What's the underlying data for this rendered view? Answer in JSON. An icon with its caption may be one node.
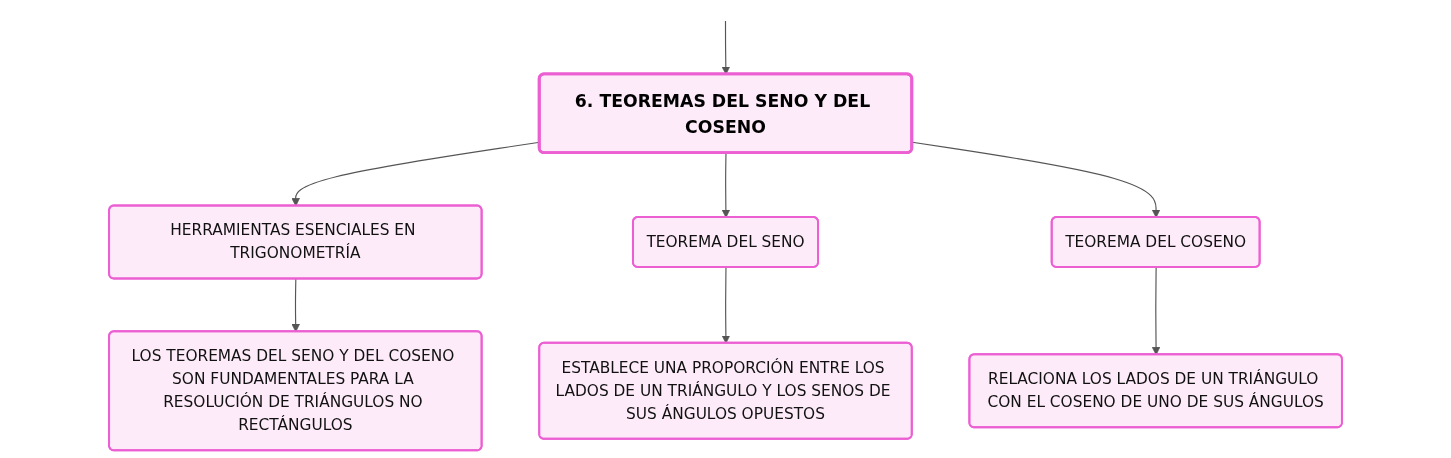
{
  "diagram": {
    "nodes": [
      {
        "text": [
          "6. TEOREMAS DEL SENO Y DEL COSENO"
        ]
      },
      {
        "text": [
          "HERRAMIENTAS ESENCIALES EN TRIGONOMETRÍA"
        ]
      },
      {
        "text": [
          "TEOREMA DEL SENO"
        ]
      },
      {
        "text": [
          "TEOREMA DEL COSENO"
        ]
      },
      {
        "text": [
          "LOS TEOREMAS DEL SENO Y DEL COSENO SON FUNDAMENTALES PARA LA RESOLUCIÓN DE TRIÁNGULOS NO RECTÁNGULOS"
        ]
      },
      {
        "text": [
          "ESTABLECE UNA PROPORCIÓN ENTRE LOS LADOS DE UN TRIÁNGULO Y LOS SENOS DE SUS ÁNGULOS OPUESTOS"
        ]
      },
      {
        "text": [
          "RELACIONA LOS LADOS DE UN TRIÁNGULO CON EL COSENO DE UNO DE SUS ÁNGULOS"
        ]
      }
    ],
    "edges": [
      {
        "from": null,
        "to": 0,
        "arrow": "to"
      },
      {
        "from": 0,
        "to": 1,
        "arrow": "to"
      },
      {
        "from": 0,
        "to": 2,
        "arrow": "to"
      },
      {
        "from": 0,
        "to": 3,
        "arrow": "to"
      },
      {
        "from": 1,
        "to": 4,
        "arrow": "to"
      },
      {
        "from": 2,
        "to": 5,
        "arrow": "to"
      },
      {
        "from": 3,
        "to": 6,
        "arrow": "to"
      }
    ]
  }
}
